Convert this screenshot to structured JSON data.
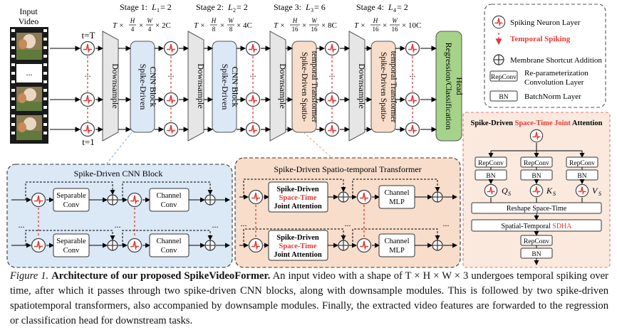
{
  "input": {
    "label_line1": "Input",
    "label_line2": "Video",
    "t_top": "t=T",
    "t_bottom": "t=1",
    "dots": "..."
  },
  "stages": [
    {
      "title": "Stage 1:",
      "l_label": "L",
      "l_sub": "1",
      "l_val": " = 2",
      "dim_ch": "× 2C",
      "h_den": "4",
      "w_den": "4"
    },
    {
      "title": "Stage 2:",
      "l_label": "L",
      "l_sub": "2",
      "l_val": " = 2",
      "dim_ch": "× 4C",
      "h_den": "8",
      "w_den": "8"
    },
    {
      "title": "Stage 3:",
      "l_label": "L",
      "l_sub": "3",
      "l_val": " = 6",
      "dim_ch": "× 8C",
      "h_den": "16",
      "w_den": "16"
    },
    {
      "title": "Stage 4:",
      "l_label": "L",
      "l_sub": "4",
      "l_val": " = 2",
      "dim_ch": "× 10C",
      "h_den": "16",
      "w_den": "16"
    }
  ],
  "dim": {
    "t": "T ×",
    "h": "H",
    "w": "W",
    "times": "×"
  },
  "blocks": {
    "downsample": "Downsample",
    "cnn_block_line1": "Spike-Driven",
    "cnn_block_line2": "CNN Block",
    "transformer_line1": "Spike-Driven Spatio-",
    "transformer_line2": "temporal Transformer",
    "head_line1": "Regression/Classification",
    "head_line2": "Head"
  },
  "legend": {
    "spiking_neuron": "Spiking Neuron Layer",
    "temporal_spiking": "Temporal Spiking",
    "membrane_shortcut": "Membrane Shortcut Addition",
    "repconv_label": "RepConv",
    "repconv_desc_line1": "Re-parameterization",
    "repconv_desc_line2": "Convolution Layer",
    "bn_label": "BN",
    "bn_desc": "BatchNorm Layer"
  },
  "cnn_detail": {
    "title": "Spike-Driven CNN Block",
    "sep_line1": "Separable",
    "sep_line2": "Conv",
    "chan_line1": "Channel",
    "chan_line2": "Conv"
  },
  "trans_detail": {
    "title": "Spike-Driven Spatio-temporal Transformer",
    "attn_line1": "Spike-Driven",
    "attn_line2": "Space-Time",
    "attn_line3": "Joint Attention",
    "mlp_line1": "Channel",
    "mlp_line2": "MLP"
  },
  "attention": {
    "title_prefix": "Spike-Driven ",
    "title_red": "Space-Time Joint",
    "title_suffix": " Attention",
    "repconv": "RepConv",
    "bn": "BN",
    "q": "Q",
    "k": "K",
    "v": "V",
    "sub": "S",
    "reshape": "Reshape Space-Time",
    "sdha_prefix": "Spatial-Temporal ",
    "sdha_red": "SDHA",
    "final_repconv": "RepConv",
    "final_bn": "BN"
  },
  "caption": {
    "fig_label": "Figure 1.",
    "title": "Architecture of our proposed SpikeVideoFormer.",
    "body": "An input video with a shape of T × H × W × 3 undergoes temporal spiking over time, after which it passes through two spike-driven CNN blocks, along with downsample modules. This is followed by two spike-driven spatiotemporal transformers, also accompanied by downsample modules. Finally, the extracted video features are forwarded to the regression or classification head for downstream tasks."
  },
  "colors": {
    "spike_red": "#e53935",
    "blue_fill": "#dbe8f6",
    "orange_fill": "#f8ddcb",
    "green_fill": "#a6d38a",
    "gray_fill": "#e6e6e6"
  }
}
